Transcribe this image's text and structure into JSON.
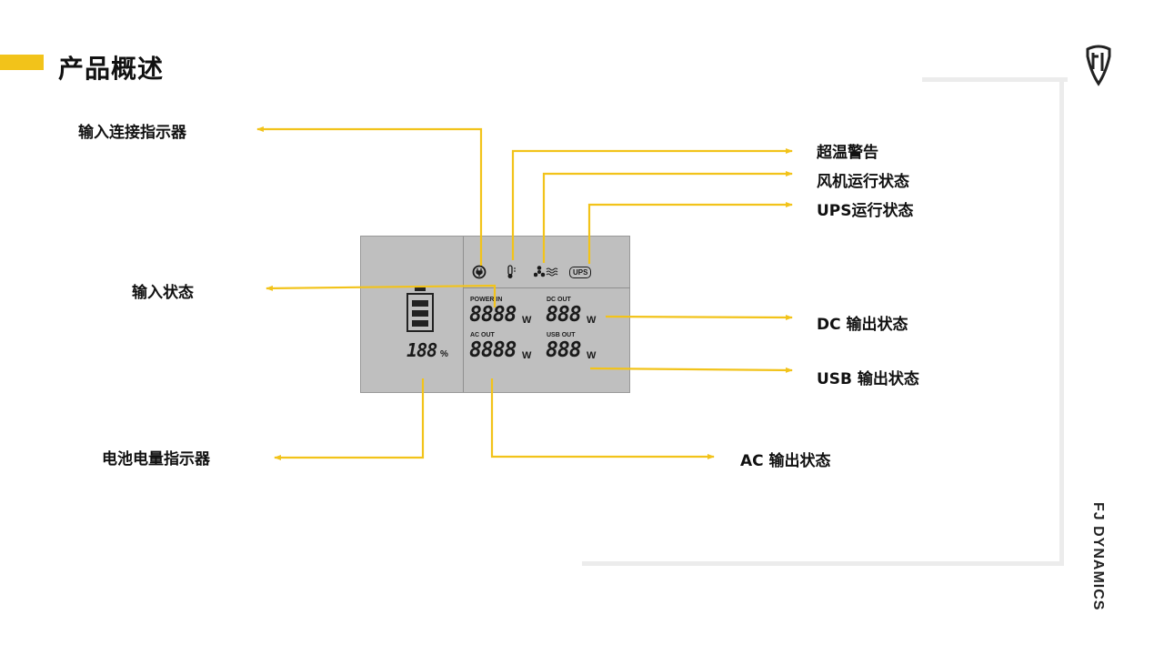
{
  "header": {
    "title": "产品概述"
  },
  "brand": {
    "name": "FJ DYNAMICS"
  },
  "lcd": {
    "battery_percent": "188",
    "percent_symbol": "%",
    "power_in_label": "POWER IN",
    "power_in_value": "8888",
    "dc_out_label": "DC OUT",
    "dc_out_value": "888",
    "ac_out_label": "AC OUT",
    "ac_out_value": "8888",
    "usb_out_label": "USB OUT",
    "usb_out_value": "888",
    "watt_unit": "W",
    "ups_label": "UPS"
  },
  "callouts": {
    "input_connection": "输入连接指示器",
    "over_temp": "超温警告",
    "fan_status": "风机运行状态",
    "ups_status": "UPS运行状态",
    "input_status": "输入状态",
    "dc_output": "DC 输出状态",
    "usb_output": "USB 输出状态",
    "battery_level": "电池电量指示器",
    "ac_output": "AC 输出状态"
  },
  "colors": {
    "accent": "#f2c31a",
    "lcd_bg": "#bfbfbf",
    "frame": "#ececec"
  }
}
